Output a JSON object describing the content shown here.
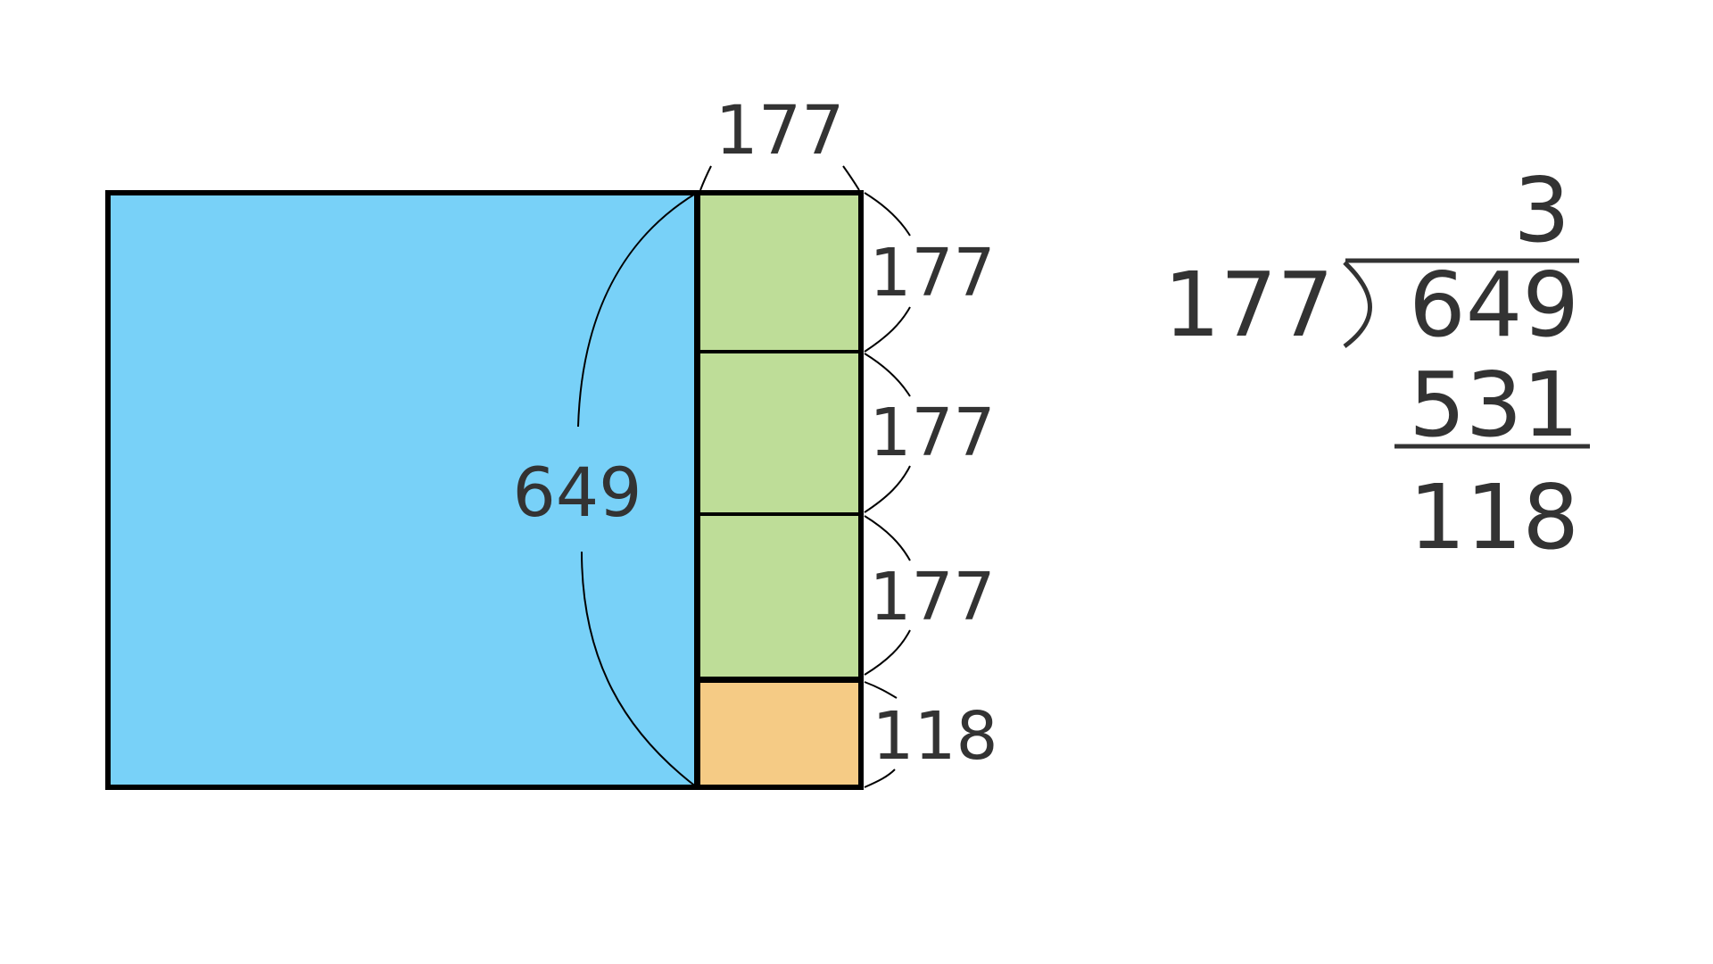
{
  "diagram": {
    "colors": {
      "main_area": "#78D1F8",
      "strip": "#BEDD98",
      "remainder": "#F5CB85",
      "outline": "#000000",
      "text": "#333333"
    },
    "labels": {
      "strip_width": "177",
      "total_height": "649",
      "strip_segments": [
        "177",
        "177",
        "177"
      ],
      "remainder_segment": "118"
    }
  },
  "long_division": {
    "divisor": "177",
    "dividend": "649",
    "quotient": "3",
    "product": "531",
    "remainder": "118"
  }
}
